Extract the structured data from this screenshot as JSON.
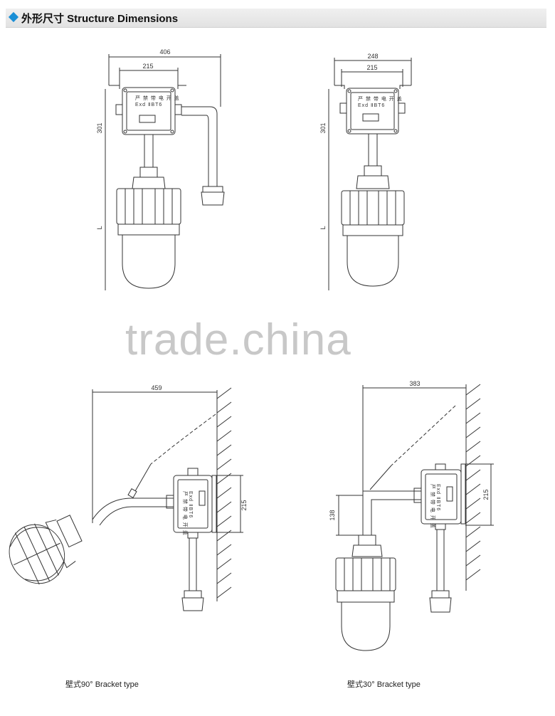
{
  "header": {
    "title": "外形尺寸 Structure Dimensions"
  },
  "watermark": "trade.china",
  "drawings": [
    {
      "dims": {
        "width": "406",
        "inner": "215",
        "height": "301",
        "length": "L"
      },
      "plate_line1": "严 禁 带 电 开 盖",
      "plate_line2": "Exd ⅡBT6"
    },
    {
      "dims": {
        "width": "248",
        "inner": "215",
        "height": "301",
        "length": "L"
      },
      "plate_line1": "严 禁 带 电 开 盖",
      "plate_line2": "Exd ⅡBT6"
    },
    {
      "dims": {
        "width": "459",
        "height": "215"
      },
      "plate_line1": "严 禁 带 电 开 盖",
      "plate_line2": "Exd ⅡBT6",
      "caption": "壁式90°  Bracket type"
    },
    {
      "dims": {
        "width": "383",
        "height": "215",
        "drop": "138"
      },
      "plate_line1": "严 禁 带 电 开 盖",
      "plate_line2": "Exd ⅡBT6",
      "caption": "壁式30°  Bracket type"
    }
  ]
}
